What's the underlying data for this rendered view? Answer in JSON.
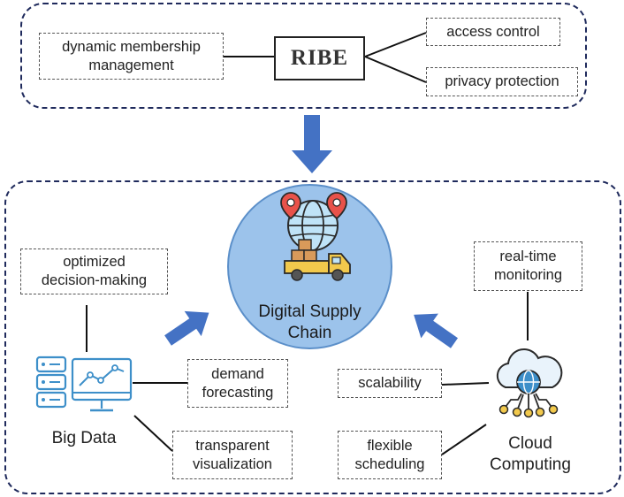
{
  "ribe": {
    "title": "RIBE",
    "left": {
      "line1": "dynamic membership",
      "line2": "management"
    },
    "access_control": "access control",
    "privacy_protection": "privacy protection"
  },
  "center": {
    "line1": "Digital Supply",
    "line2": "Chain"
  },
  "big_data": {
    "label": "Big Data",
    "optimized": {
      "line1": "optimized",
      "line2": "decision-making"
    },
    "demand": {
      "line1": "demand",
      "line2": "forecasting"
    },
    "transparent": {
      "line1": "transparent",
      "line2": "visualization"
    }
  },
  "cloud": {
    "label_line1": "Cloud",
    "label_line2": "Computing",
    "realtime": {
      "line1": "real-time",
      "line2": "monitoring"
    },
    "scalability": "scalability",
    "flexible": {
      "line1": "flexible",
      "line2": "scheduling"
    }
  },
  "colors": {
    "frame": "#1f2a5c",
    "arrow": "#4472c4",
    "hub_fill": "#9cc3eb",
    "icon_blue": "#3d8fc9"
  }
}
